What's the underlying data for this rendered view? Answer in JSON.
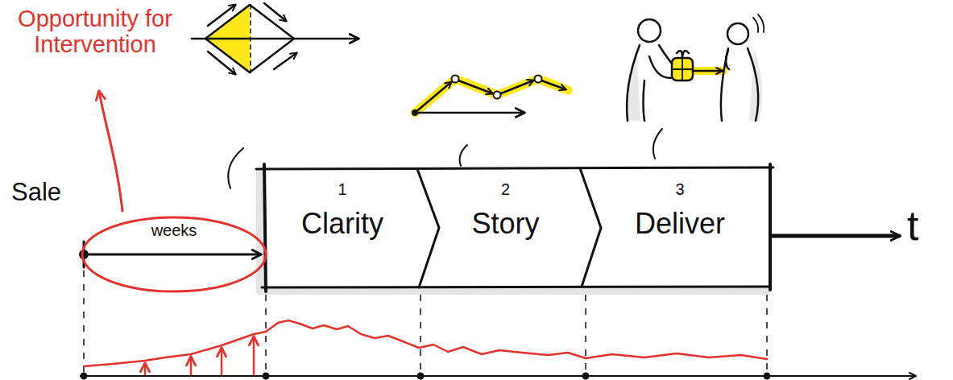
{
  "diagram": {
    "nodes": [
      {
        "text": [
          "weeks"
        ]
      },
      {
        "text": [
          "1",
          "Clarity"
        ]
      },
      {
        "text": [
          "2",
          "Story"
        ]
      },
      {
        "text": [
          "3",
          "Deliver"
        ]
      }
    ],
    "labels": [
      "Opportunity for Intervention",
      "Sale",
      "t"
    ]
  }
}
